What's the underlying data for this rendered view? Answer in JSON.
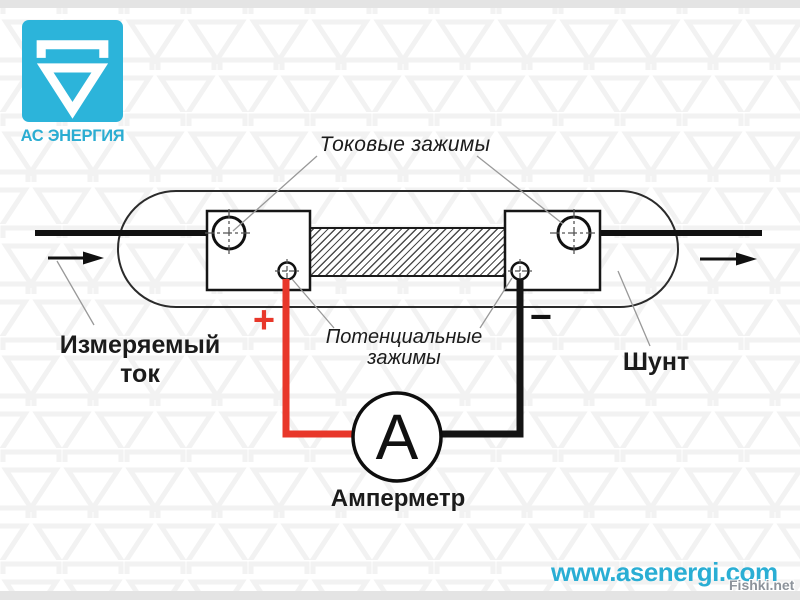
{
  "logo": {
    "brand": "АС ЭНЕРГИЯ"
  },
  "labels": {
    "current_clamps": "Токовые зажимы",
    "potential_clamps": {
      "line1": "Потенциальные",
      "line2": "зажимы"
    },
    "measured_current": {
      "line1": "Измеряемый",
      "line2": "ток"
    },
    "shunt": "Шунт",
    "ammeter": "Амперметр",
    "ammeter_symbol": "А",
    "plus_sign": "+",
    "minus_sign": "−"
  },
  "footer": {
    "website": "www.asenergi.com",
    "watermark": "Fishki.net"
  },
  "colors": {
    "brand_cyan": "#2cb4da",
    "positive_wire_red": "#e8372a",
    "negative_wire_black": "#141414",
    "leader_gray": "#999999"
  }
}
